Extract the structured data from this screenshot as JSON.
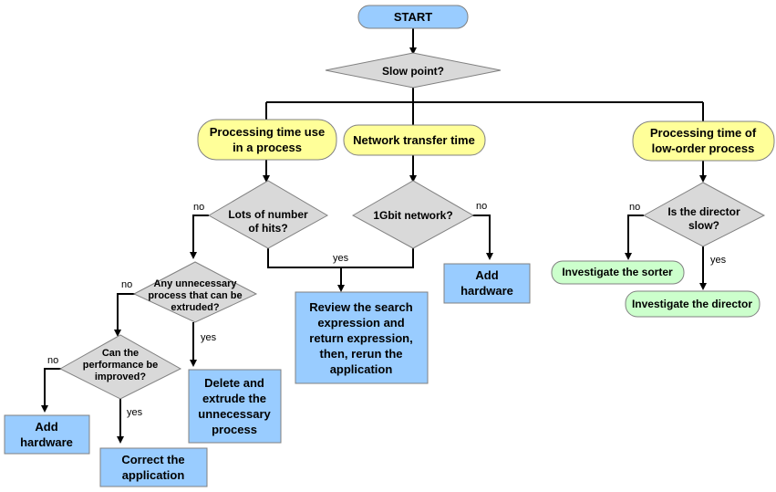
{
  "colors": {
    "start_fill": "#99ccff",
    "category_fill": "#ffff99",
    "decision_fill": "#d9d9d9",
    "action_fill": "#99ccff",
    "investigate_fill": "#ccffcc",
    "line": "#000000"
  },
  "nodes": {
    "start": "START",
    "slow_point": "Slow point?",
    "processing_time": [
      "Processing time use",
      "in a process"
    ],
    "network_time": "Network transfer time",
    "low_order": [
      "Processing time of",
      "low-order process"
    ],
    "lots_of_hits": [
      "Lots of number",
      "of hits?"
    ],
    "gbit_network": "1Gbit network?",
    "director_slow": [
      "Is the director",
      "slow?"
    ],
    "unnecessary_process": [
      "Any unnecessary",
      "process that can be",
      "extruded?"
    ],
    "performance": [
      "Can the",
      "performance be",
      "improved?"
    ],
    "review_search": [
      "Review the search",
      "expression and",
      "return expression,",
      "then, rerun the",
      "application"
    ],
    "add_hardware_1": [
      "Add",
      "hardware"
    ],
    "add_hardware_2": [
      "Add",
      "hardware"
    ],
    "delete_extrude": [
      "Delete and",
      "extrude the",
      "unnecessary",
      "process"
    ],
    "correct_app": [
      "Correct the",
      "application"
    ],
    "investigate_sorter": "Investigate the sorter",
    "investigate_director": "Investigate the director"
  },
  "labels": {
    "no": "no",
    "yes": "yes"
  }
}
